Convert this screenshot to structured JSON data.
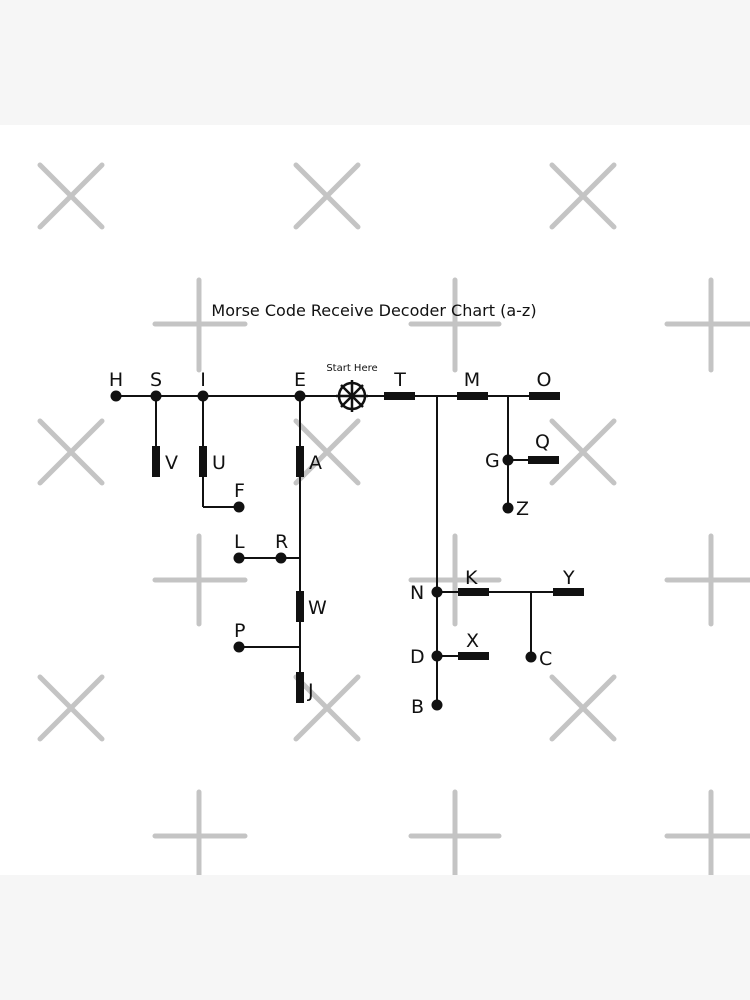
{
  "diagram": {
    "title": "Morse Code Receive Decoder Chart (a-z)",
    "start_label": "Start Here",
    "line_color": "#111111",
    "watermark_color": "#c4c4c4",
    "letters": {
      "H": "H",
      "S": "S",
      "I": "I",
      "E": "E",
      "T": "T",
      "M": "M",
      "O": "O",
      "V": "V",
      "U": "U",
      "A": "A",
      "F": "F",
      "L": "L",
      "R": "R",
      "W": "W",
      "P": "P",
      "J": "J",
      "G": "G",
      "Q": "Q",
      "Z": "Z",
      "N": "N",
      "K": "K",
      "Y": "Y",
      "D": "D",
      "X": "X",
      "C": "C",
      "B": "B"
    }
  }
}
